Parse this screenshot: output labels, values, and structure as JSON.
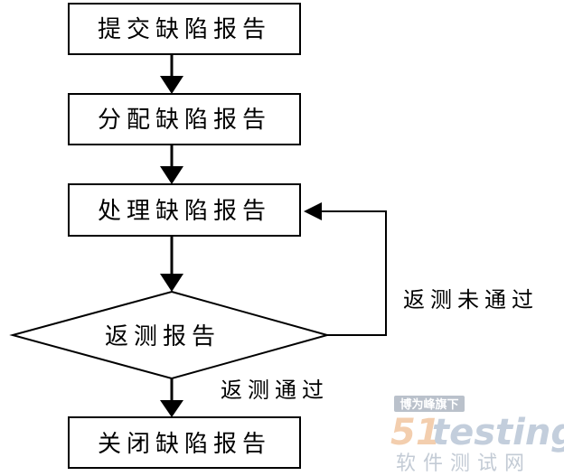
{
  "nodes": {
    "submit": "提交缺陷报告",
    "assign": "分配缺陷报告",
    "process": "处理缺陷报告",
    "retest": "返测报告",
    "close": "关闭缺陷报告"
  },
  "edges": {
    "fail_label": "返测未通过",
    "pass_label": "返测通过"
  },
  "watermark": {
    "tag": "博为峰旗下",
    "logo_num": "51",
    "logo_word": "testing",
    "subtitle": "软件测试网"
  }
}
